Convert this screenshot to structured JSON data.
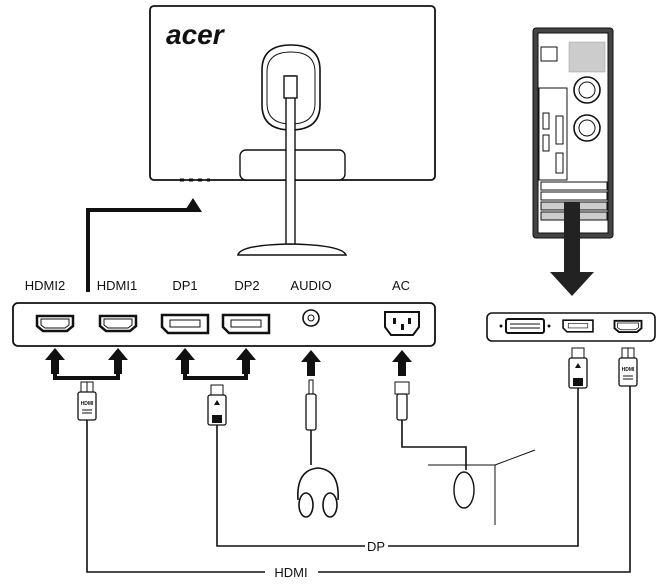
{
  "monitor": {
    "brand_logo": "acer"
  },
  "ports": {
    "hdmi2": "HDMI2",
    "hdmi1": "HDMI1",
    "dp1": "DP1",
    "dp2": "DP2",
    "audio": "AUDIO",
    "ac": "AC"
  },
  "cables": {
    "dp": "DP",
    "hdmi": "HDMI"
  },
  "plug_labels": {
    "hdmi": "HDMI"
  },
  "colors": {
    "line": "#111111",
    "background": "#ffffff"
  }
}
